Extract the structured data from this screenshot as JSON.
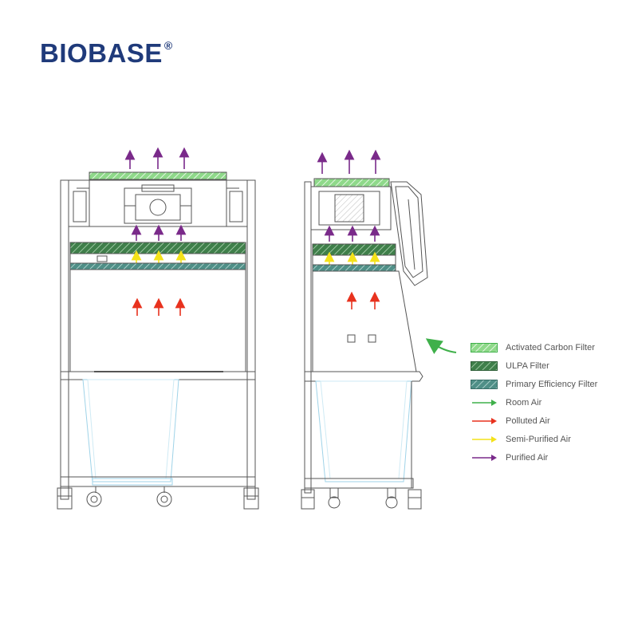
{
  "logo": {
    "text": "BIOBASE",
    "mark": "®"
  },
  "colors": {
    "carbon_filter": "#8fd98a",
    "ulpa_filter": "#3f7f4a",
    "primary_filter": "#4f8f87",
    "room_air": "#3fb04a",
    "polluted_air": "#e8321e",
    "semi_purified_air": "#f4e21a",
    "purified_air": "#7a2a8a",
    "line": "#555555"
  },
  "legend": [
    {
      "label": "Activated Carbon Filter",
      "kind": "filter",
      "color_key": "carbon_filter",
      "icon": "hatched-swatch-icon"
    },
    {
      "label": "ULPA Filter",
      "kind": "filter",
      "color_key": "ulpa_filter",
      "icon": "hatched-swatch-icon"
    },
    {
      "label": "Primary Efficiency Filter",
      "kind": "filter",
      "color_key": "primary_filter",
      "icon": "hatched-swatch-icon"
    },
    {
      "label": "Room Air",
      "kind": "arrow",
      "color_key": "room_air",
      "icon": "arrow-right-icon"
    },
    {
      "label": "Polluted Air",
      "kind": "arrow",
      "color_key": "polluted_air",
      "icon": "arrow-right-icon"
    },
    {
      "label": "Semi-Purified Air",
      "kind": "arrow",
      "color_key": "semi_purified_air",
      "icon": "arrow-right-icon"
    },
    {
      "label": "Purified Air",
      "kind": "arrow",
      "color_key": "purified_air",
      "icon": "arrow-right-icon"
    }
  ]
}
